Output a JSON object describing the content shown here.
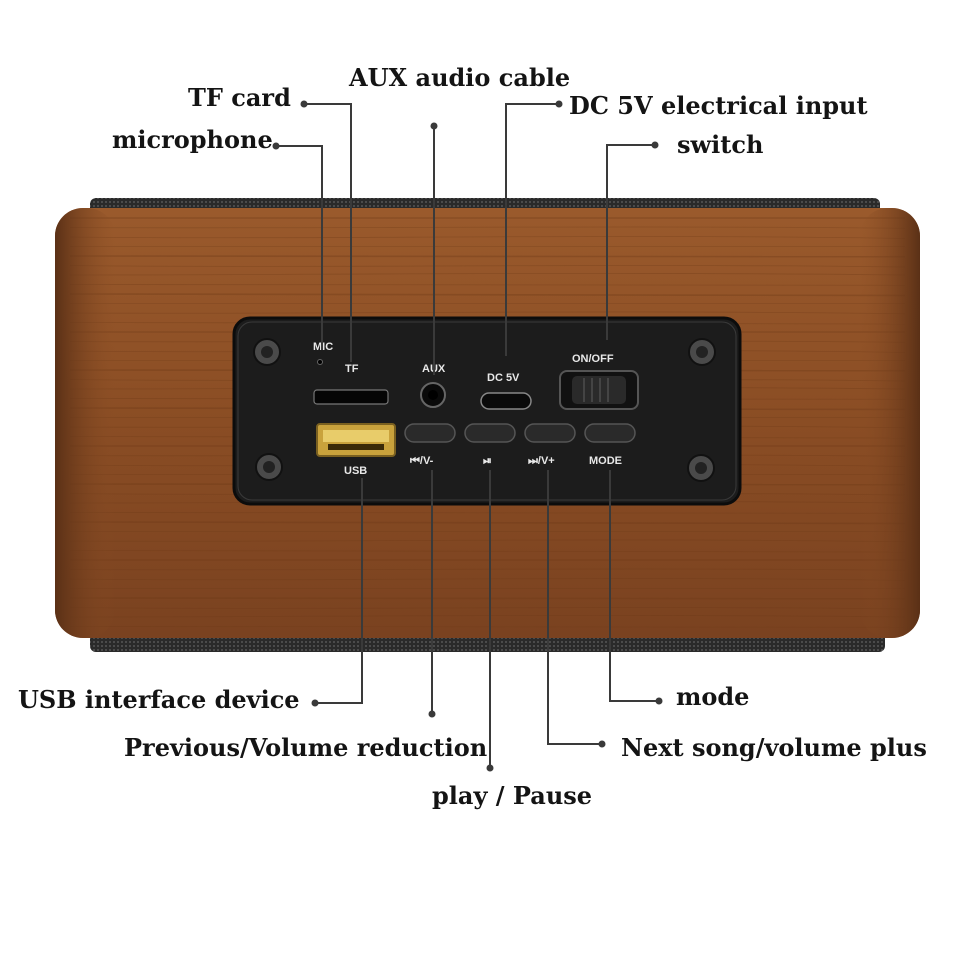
{
  "callouts": {
    "tf_card": "TF card",
    "aux_cable": "AUX audio cable",
    "dc_input": "DC 5V electrical input",
    "microphone": "microphone",
    "switch": "switch",
    "usb_device": "USB interface device",
    "mode": "mode",
    "previous": "Previous/Volume reduction",
    "next": "Next song/volume plus",
    "play_pause": "play / Pause"
  },
  "panel": {
    "mic": "MIC",
    "tf": "TF",
    "aux": "AUX",
    "dc5v": "DC 5V",
    "onoff": "ON/OFF",
    "usb": "USB",
    "prev": "⏮/V-",
    "play": "⏯",
    "next": "⏭/V+",
    "mode": "MODE"
  },
  "colors": {
    "wood": "#8a4d26",
    "panel": "#1c1c1c",
    "line": "#3a3a3a"
  }
}
